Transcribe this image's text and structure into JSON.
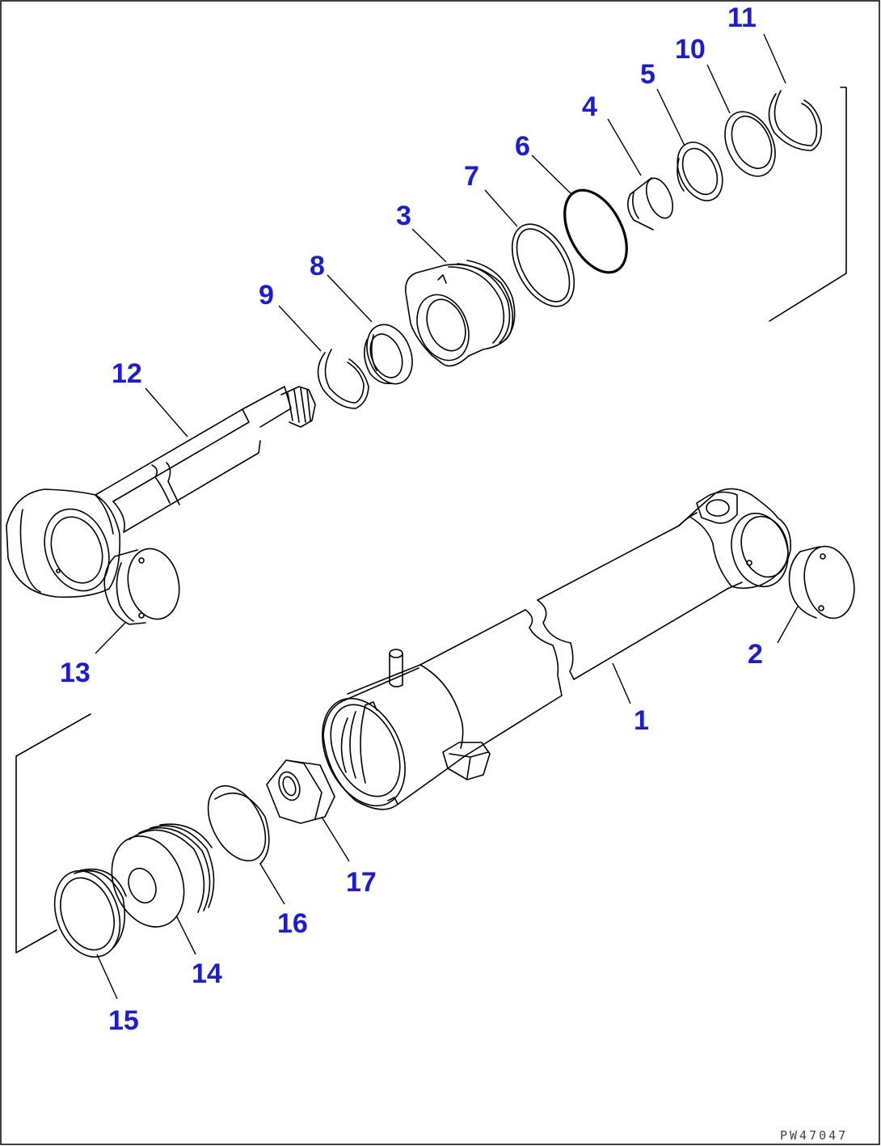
{
  "diagram": {
    "ref_code": "PW47047",
    "colors": {
      "callout": "#1c1cd8",
      "line": "#000000",
      "background": "#ffffff"
    },
    "parts": [
      {
        "id": "part-1",
        "label": "1"
      },
      {
        "id": "part-2",
        "label": "2"
      },
      {
        "id": "part-3",
        "label": "3"
      },
      {
        "id": "part-4",
        "label": "4"
      },
      {
        "id": "part-5",
        "label": "5"
      },
      {
        "id": "part-6",
        "label": "6"
      },
      {
        "id": "part-7",
        "label": "7"
      },
      {
        "id": "part-8",
        "label": "8"
      },
      {
        "id": "part-9",
        "label": "9"
      },
      {
        "id": "part-10",
        "label": "10"
      },
      {
        "id": "part-11",
        "label": "11"
      },
      {
        "id": "part-12",
        "label": "12"
      },
      {
        "id": "part-13",
        "label": "13"
      },
      {
        "id": "part-14",
        "label": "14"
      },
      {
        "id": "part-15",
        "label": "15"
      },
      {
        "id": "part-16",
        "label": "16"
      },
      {
        "id": "part-17",
        "label": "17"
      }
    ]
  }
}
